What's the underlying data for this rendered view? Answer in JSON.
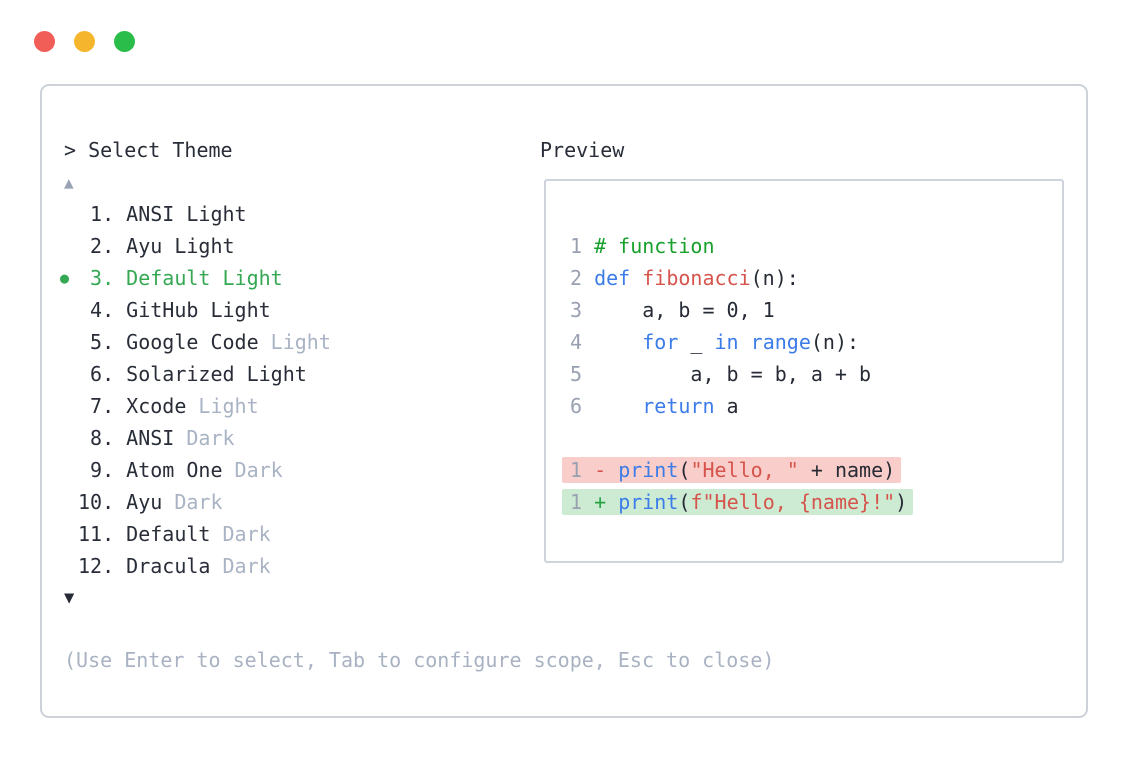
{
  "window": {
    "traffic_lights": [
      {
        "name": "close-button",
        "color": "#f15e57"
      },
      {
        "name": "minimize-button",
        "color": "#f5b62d"
      },
      {
        "name": "maximize-button",
        "color": "#2abd4a"
      }
    ]
  },
  "prompt": {
    "label": "> Select Theme"
  },
  "preview": {
    "label": "Preview"
  },
  "scroll": {
    "up_glyph": "▲",
    "down_glyph": "▼"
  },
  "theme_list": {
    "bullet_glyph": "●",
    "selected_index": 2,
    "colors": {
      "text": "#282d38",
      "muted": "#a9b3c4",
      "selected": "#34a853"
    },
    "items": [
      {
        "number": " 1.",
        "name": " ANSI Light",
        "suffix": ""
      },
      {
        "number": " 2.",
        "name": " Ayu Light",
        "suffix": ""
      },
      {
        "number": " 3.",
        "name": " Default Light",
        "suffix": ""
      },
      {
        "number": " 4.",
        "name": " GitHub Light",
        "suffix": ""
      },
      {
        "number": " 5.",
        "name": " Google Code",
        "suffix": " Light"
      },
      {
        "number": " 6.",
        "name": " Solarized Light",
        "suffix": ""
      },
      {
        "number": " 7.",
        "name": " Xcode",
        "suffix": " Light"
      },
      {
        "number": " 8.",
        "name": " ANSI",
        "suffix": " Dark"
      },
      {
        "number": " 9.",
        "name": " Atom One",
        "suffix": " Dark"
      },
      {
        "number": "10.",
        "name": " Ayu",
        "suffix": " Dark"
      },
      {
        "number": "11.",
        "name": " Default",
        "suffix": " Dark"
      },
      {
        "number": "12.",
        "name": " Dracula",
        "suffix": " Dark"
      }
    ]
  },
  "footer": {
    "hint": "(Use Enter to select, Tab to configure scope, Esc to close)"
  },
  "code_preview": {
    "colors": {
      "kw": "#3b7ce8",
      "fn": "#d5544c",
      "str": "#d5544c",
      "com": "#17a02b",
      "pl": "#262b35",
      "ln": "#99a1b0",
      "del_bg": "#f9cdc9",
      "add_bg": "#cdebd3",
      "del_sign": "#d5544c",
      "add_sign": "#27a344"
    },
    "lines": [
      {
        "ln": "1",
        "tokens": [
          {
            "t": "# function",
            "c": "com"
          }
        ]
      },
      {
        "ln": "2",
        "tokens": [
          {
            "t": "def",
            "c": "kw"
          },
          {
            "t": " ",
            "c": "pl"
          },
          {
            "t": "fibonacci",
            "c": "fn"
          },
          {
            "t": "(n):",
            "c": "pl"
          }
        ]
      },
      {
        "ln": "3",
        "tokens": [
          {
            "t": "    a, b = 0, 1",
            "c": "pl"
          }
        ]
      },
      {
        "ln": "4",
        "tokens": [
          {
            "t": "    ",
            "c": "pl"
          },
          {
            "t": "for",
            "c": "kw"
          },
          {
            "t": " _ ",
            "c": "pl"
          },
          {
            "t": "in",
            "c": "kw"
          },
          {
            "t": " ",
            "c": "pl"
          },
          {
            "t": "range",
            "c": "kw"
          },
          {
            "t": "(n):",
            "c": "pl"
          }
        ]
      },
      {
        "ln": "5",
        "tokens": [
          {
            "t": "        a, b = b, a + b",
            "c": "pl"
          }
        ]
      },
      {
        "ln": "6",
        "tokens": [
          {
            "t": "    ",
            "c": "pl"
          },
          {
            "t": "return",
            "c": "kw"
          },
          {
            "t": " a",
            "c": "pl"
          }
        ]
      },
      {
        "ln": "",
        "tokens": []
      },
      {
        "ln": "1",
        "diff": "del",
        "sign": "-",
        "tokens": [
          {
            "t": "print",
            "c": "kw"
          },
          {
            "t": "(",
            "c": "pl"
          },
          {
            "t": "\"Hello, \"",
            "c": "str"
          },
          {
            "t": " + name)",
            "c": "pl"
          }
        ]
      },
      {
        "ln": "1",
        "diff": "add",
        "sign": "+",
        "tokens": [
          {
            "t": "print",
            "c": "kw"
          },
          {
            "t": "(",
            "c": "pl"
          },
          {
            "t": "f\"Hello, {name}!\"",
            "c": "str"
          },
          {
            "t": ")",
            "c": "pl"
          }
        ]
      }
    ]
  }
}
